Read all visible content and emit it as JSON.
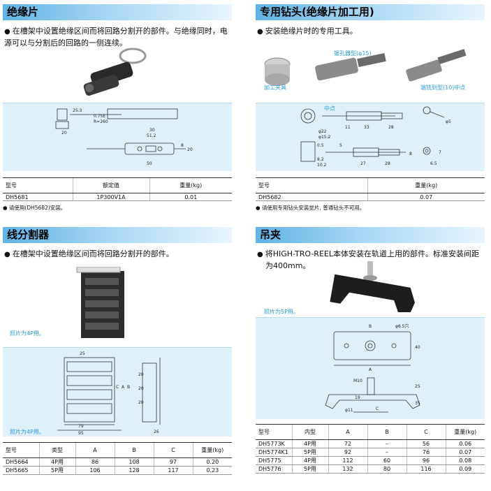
{
  "panels": {
    "insulator": {
      "title": "绝缘片",
      "desc_line1": "在槽架中设置绝缘区间而将回路分割开的部件。与绝缘同时，电",
      "desc_line2": "源可以与分割后的回路的一侧连续。",
      "table": {
        "headers": [
          "型号",
          "额定值",
          "重量(kg)"
        ],
        "rows": [
          [
            "DH5681",
            "1P300V1A",
            "0.01"
          ]
        ]
      },
      "note": "请使用(DH5682)安装。",
      "dims": [
        "25.3",
        "20",
        "0.75E",
        "R=260",
        "30",
        "51.2",
        "50",
        "20",
        "8"
      ]
    },
    "drill": {
      "title": "专用钻头(绝缘片加工用)",
      "desc": "安装绝缘片时的专用工具。",
      "labels": {
        "fixture": "加工夹具",
        "hole_saw": "锯孔器型(φ15)",
        "center": "端铣到型(10)中点",
        "center_point": "中点"
      },
      "table": {
        "headers": [
          "型号",
          "重量(kg)"
        ],
        "rows": [
          [
            "DH5682",
            "0.07"
          ]
        ]
      },
      "note": "请使用专用钻头安装觉片, 普通钻头不可用。",
      "dims": [
        "φ22",
        "φ15.2",
        "11",
        "33",
        "28",
        "7",
        "6.5",
        "27",
        "28",
        "5",
        "0.5",
        "8.2",
        "10.2",
        "8",
        "φ5"
      ]
    },
    "splitter": {
      "title": "线分割器",
      "desc": "在槽架中设置绝缘区间而将回路分割开的部件。",
      "photo_caption": "照片为4P用。",
      "diagram_caption": "照片为4P用。",
      "table": {
        "headers": [
          "型号",
          "类型",
          "A",
          "B",
          "C",
          "重量(kg)"
        ],
        "rows": [
          [
            "DH5664",
            "4P用",
            "86",
            "108",
            "97",
            "0.20"
          ],
          [
            "DH5665",
            "5P用",
            "106",
            "128",
            "117",
            "0.23"
          ]
        ]
      },
      "dims": [
        "25",
        "79",
        "95",
        "26",
        "20",
        "20",
        "20",
        "C",
        "A",
        "B"
      ]
    },
    "hanger": {
      "title": "吊夹",
      "desc_line1": "将HIGH-TRO-REEL本体安装在轨道上用的部件。标准安装间距",
      "desc_line2": "为400mm。",
      "photo_caption": "照片为5P用。",
      "table": {
        "headers": [
          "型号",
          "内型",
          "A",
          "B",
          "C",
          "重量(kg)"
        ],
        "rows": [
          [
            "DH5773K",
            "4P用",
            "72",
            "–",
            "56",
            "0.06"
          ],
          [
            "DH5774K1",
            "5P用",
            "92",
            "–",
            "76",
            "0.07"
          ],
          [
            "DH5775",
            "4P用",
            "112",
            "60",
            "96",
            "0.08"
          ],
          [
            "DH5776",
            "5P用",
            "132",
            "80",
            "116",
            "0.09"
          ]
        ]
      },
      "dims": [
        "B",
        "φ6.5穴",
        "40",
        "A",
        "M10",
        "25",
        "19",
        "φ11",
        "C",
        "35"
      ]
    }
  },
  "colors": {
    "title_gradient_start": "#5fb3e6",
    "diagram_bg": "#dff0fb",
    "caption_blue": "#2a9fd8"
  }
}
